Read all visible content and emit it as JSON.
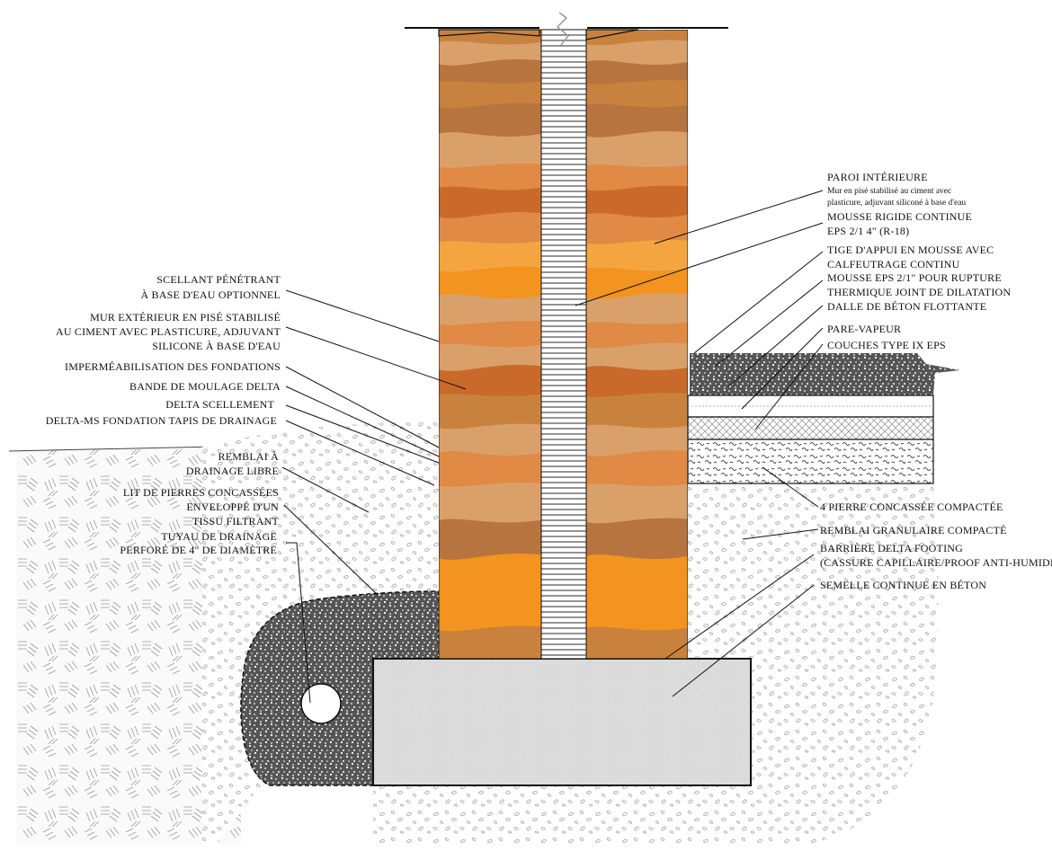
{
  "labels_left": [
    {
      "id": "scellant",
      "lines": [
        "SCELLANT PÉNÉTRANT",
        "À BASE D'EAU OPTIONNEL"
      ]
    },
    {
      "id": "mur-exterieur",
      "lines": [
        "MUR EXTÉRIEUR EN PISÉ STABILISÉ",
        "AU CIMENT AVEC PLASTICURE, ADJUVANT",
        "SILICONE À BASE D'EAU"
      ]
    },
    {
      "id": "impermeabilisation",
      "lines": [
        "IMPERMÉABILISATION DES FONDATIONS"
      ]
    },
    {
      "id": "bande-moulage",
      "lines": [
        "BANDE DE MOULAGE DELTA"
      ]
    },
    {
      "id": "delta-scellement",
      "lines": [
        "DELTA SCELLEMENT"
      ]
    },
    {
      "id": "delta-ms",
      "lines": [
        "DELTA-MS FONDATION TAPIS DE DRAINAGE"
      ]
    },
    {
      "id": "remblai-drainage",
      "lines": [
        "REMBLAI À",
        "DRAINAGE LIBRE"
      ]
    },
    {
      "id": "lit-pierres",
      "lines": [
        "LIT DE PIERRES CONCASSÉES",
        "ENVELOPPÉ D'UN",
        "TISSU FILTRANT"
      ]
    },
    {
      "id": "tuyau",
      "lines": [
        "TUYAU DE DRAINAGE",
        "PERFORÉ DE 4\" DE DIAMÈTRE"
      ]
    }
  ],
  "labels_right": [
    {
      "id": "paroi-interieure",
      "lines": [
        "PAROI INTÉRIEURE"
      ],
      "sub": [
        "Mur en pisé stabilisé au ciment avec",
        "plasticure, adjuvant siliconé à base d'eau"
      ]
    },
    {
      "id": "mousse-rigide",
      "lines": [
        "MOUSSE RIGIDE CONTINUE",
        "EPS 2/1 4\" (R-18)"
      ]
    },
    {
      "id": "tige-appui",
      "lines": [
        "TIGE D'APPUI EN MOUSSE AVEC",
        "CALFEUTRAGE CONTINU"
      ]
    },
    {
      "id": "mousse-eps",
      "lines": [
        "MOUSSE EPS 2/1\" POUR RUPTURE",
        "THERMIQUE JOINT DE DILATATION"
      ]
    },
    {
      "id": "dalle-beton",
      "lines": [
        "DALLE DE BÉTON FLOTTANTE"
      ]
    },
    {
      "id": "pare-vapeur",
      "lines": [
        "PARE-VAPEUR"
      ]
    },
    {
      "id": "couches-eps",
      "lines": [
        "COUCHES TYPE IX EPS"
      ]
    },
    {
      "id": "pierre-concassee",
      "lines": [
        "4 PIERRE CONCASSÉE COMPACTÉE"
      ]
    },
    {
      "id": "remblai-granulaire",
      "lines": [
        "REMBLAI GRANULAIRE COMPACTÉ"
      ]
    },
    {
      "id": "barriere-delta",
      "lines": [
        "BARRIÈRE DELTA FOOTING",
        "(CASSURE CAPILLAIRE/PROOF ANTI-HUMIDITÉ)"
      ]
    },
    {
      "id": "semelle",
      "lines": [
        "SEMELLE CONTINUE EN BÉTON"
      ]
    }
  ],
  "colors": {
    "earth_1": "#c8823e",
    "earth_2": "#d9a06a",
    "earth_3": "#b8743e",
    "earth_4": "#e08a45",
    "earth_5": "#f5a540",
    "earth_6": "#f39320",
    "earth_7": "#c96a2a",
    "gravel": "#2a2a2a",
    "concrete": "#d9d9d9"
  }
}
